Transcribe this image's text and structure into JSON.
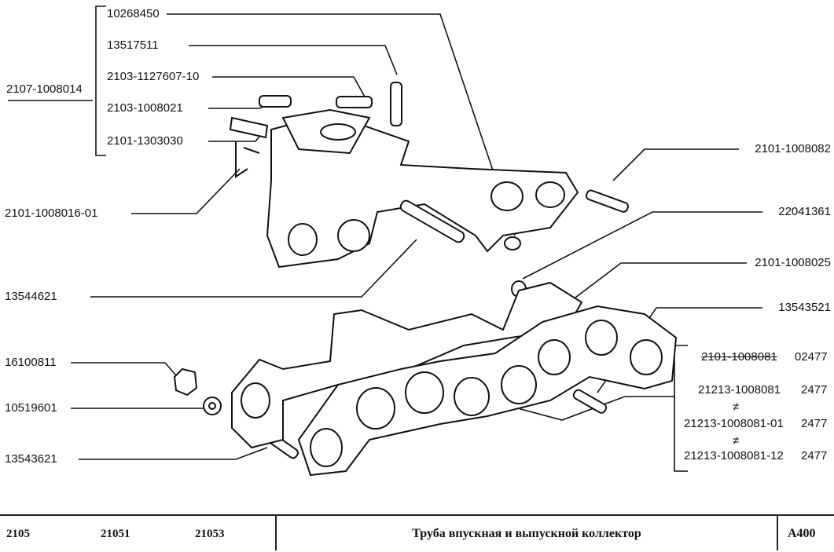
{
  "labels_left": {
    "group": "2107-1008014",
    "p1": "10268450",
    "p2": "13517511",
    "p3": "2103-1127607-10",
    "p4": "2103-1008021",
    "p5": "2101-1303030",
    "p6": "2101-1008016-01",
    "p7": "13544621",
    "p8": "16100811",
    "p9": "10519601",
    "p10": "13543621"
  },
  "labels_right": {
    "r1": "2101-1008082",
    "r2": "22041361",
    "r3": "2101-1008025",
    "r4": "13543521"
  },
  "gasket_variants": {
    "v0_code": "2101-1008081",
    "v0_qty": "02477",
    "v1_code": "21213-1008081",
    "v1_qty": "2477",
    "sep1": "≠",
    "v2_code": "21213-1008081-01",
    "v2_qty": "2477",
    "sep2": "≠",
    "v3_code": "21213-1008081-12",
    "v3_qty": "2477"
  },
  "footer": {
    "model1": "2105",
    "model2": "21051",
    "model3": "21053",
    "title": "Труба впускная и выпускной коллектор",
    "code": "A400"
  }
}
